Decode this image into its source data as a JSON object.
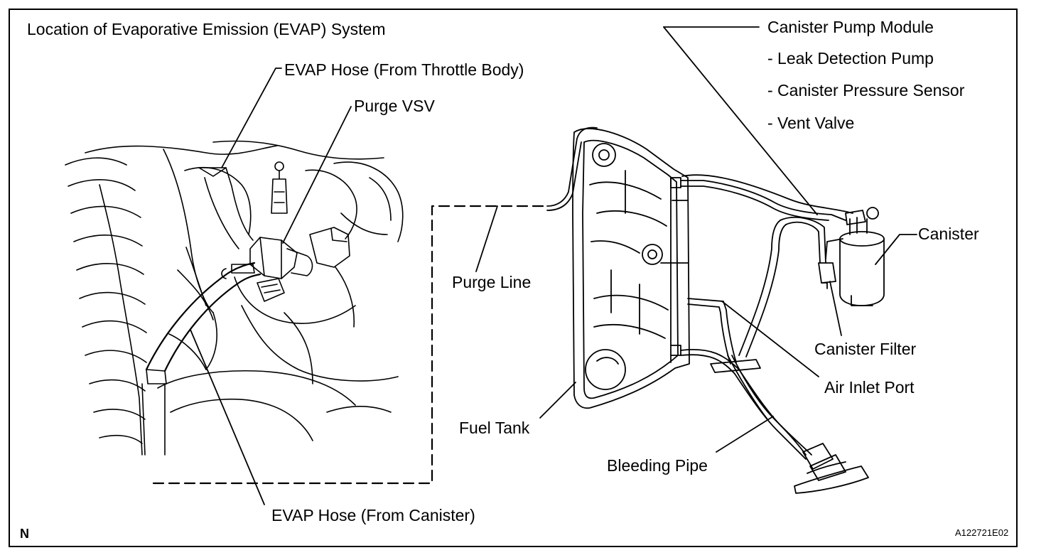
{
  "title": "Location of Evaporative Emission (EVAP) System",
  "labels": {
    "evap_hose_throttle": "EVAP Hose (From Throttle Body)",
    "purge_vsv": "Purge VSV",
    "purge_line": "Purge Line",
    "evap_hose_canister": "EVAP Hose (From Canister)",
    "fuel_tank": "Fuel Tank",
    "bleeding_pipe": "Bleeding Pipe",
    "air_inlet_port": "Air Inlet Port",
    "canister_filter": "Canister Filter",
    "canister": "Canister",
    "canister_pump_module": "Canister Pump Module",
    "pump_module_items": [
      "- Leak Detection Pump",
      "- Canister Pressure Sensor",
      "- Vent Valve"
    ]
  },
  "corner_mark": "N",
  "figure_code": "A122721E02"
}
